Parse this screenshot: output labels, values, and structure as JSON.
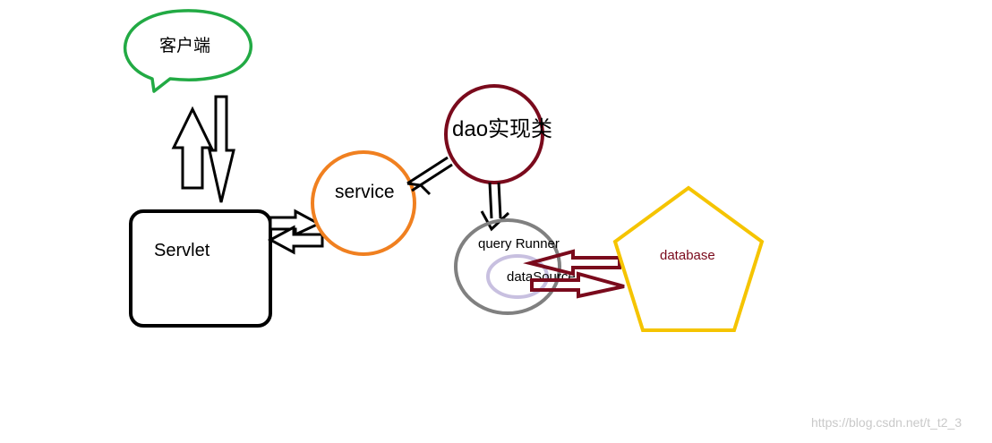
{
  "diagram": {
    "client": {
      "label": "客户端",
      "color": "#22aa44"
    },
    "servlet": {
      "label": "Servlet",
      "color": "#000000"
    },
    "service": {
      "label": "service",
      "color": "#f08020"
    },
    "dao": {
      "label": "dao实现类",
      "color": "#7a0a1c"
    },
    "query_runner": {
      "label": "query Runner",
      "color": "#808080"
    },
    "data_source": {
      "label": "dataSource",
      "color": "#c8c0e0"
    },
    "database": {
      "label": "database",
      "color": "#f5c400",
      "text_color": "#7a0a1c"
    },
    "arrow_colors": {
      "default": "#000000",
      "db": "#7a0a1c"
    }
  },
  "watermark": "https://blog.csdn.net/t_t2_3"
}
